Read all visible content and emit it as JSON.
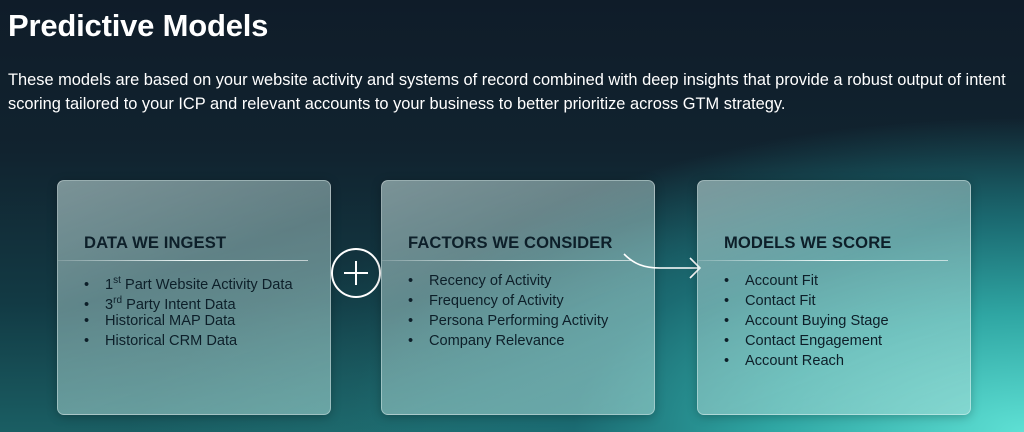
{
  "title": "Predictive Models",
  "description": "These models are based on your website activity and systems of record combined with deep insights that provide a robust output of intent scoring tailored to your ICP and relevant accounts to your business to better prioritize across GTM strategy.",
  "cards": [
    {
      "heading": "DATA WE INGEST",
      "items": [
        {
          "prefix": "1",
          "sup": "st",
          "text": " Part Website Activity Data"
        },
        {
          "prefix": "3",
          "sup": "rd",
          "text": " Party Intent Data"
        },
        {
          "prefix": "",
          "sup": "",
          "text": "Historical MAP Data"
        },
        {
          "prefix": "",
          "sup": "",
          "text": "Historical CRM Data"
        }
      ]
    },
    {
      "heading": "FACTORS WE CONSIDER",
      "items": [
        {
          "text": "Recency of Activity"
        },
        {
          "text": "Frequency of Activity"
        },
        {
          "text": "Persona Performing Activity"
        },
        {
          "text": "Company Relevance"
        }
      ]
    },
    {
      "heading": "MODELS WE SCORE",
      "items": [
        {
          "text": "Account Fit"
        },
        {
          "text": "Contact Fit"
        },
        {
          "text": "Account Buying Stage"
        },
        {
          "text": "Contact Engagement"
        },
        {
          "text": "Account Reach"
        }
      ]
    }
  ],
  "connectors": {
    "between_1_2": "plus-icon",
    "between_2_3": "arrow-right-icon"
  },
  "colors": {
    "heading_text": "#0d1f29",
    "accent_teal": "#2fa6a3"
  }
}
